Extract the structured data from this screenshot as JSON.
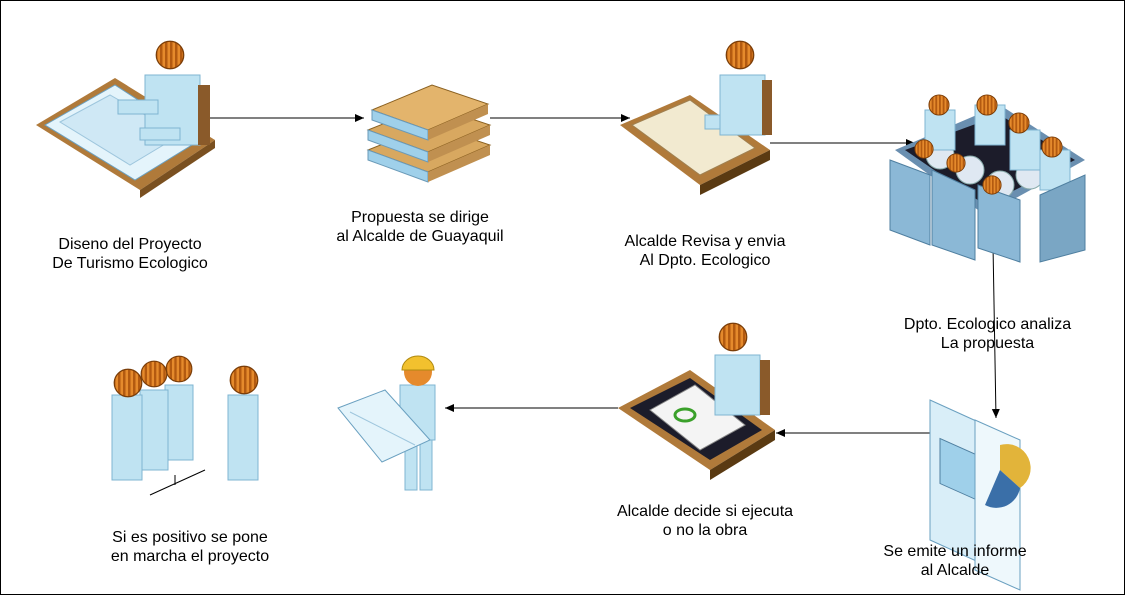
{
  "steps": [
    {
      "id": "s1",
      "lines": [
        "Diseno del Proyecto",
        "De Turismo Ecologico"
      ]
    },
    {
      "id": "s2",
      "lines": [
        "Propuesta se dirige",
        "al Alcalde de Guayaquil"
      ]
    },
    {
      "id": "s3",
      "lines": [
        "Alcalde Revisa y envia",
        "Al Dpto. Ecologico"
      ]
    },
    {
      "id": "s4",
      "lines": [
        "Dpto. Ecologico analiza",
        "La propuesta"
      ]
    },
    {
      "id": "s5",
      "lines": [
        "Se emite un informe",
        "al Alcalde"
      ]
    },
    {
      "id": "s6",
      "lines": [
        "Alcalde decide si ejecuta",
        "o no la obra"
      ]
    },
    {
      "id": "s7",
      "lines": [
        "Si es positivo se pone",
        "en marcha el proyecto"
      ]
    }
  ],
  "icons": [
    "designer-at-drafting-table-icon",
    "stack-of-books-icon",
    "person-at-desk-icon",
    "conference-meeting-icon",
    "report-document-icon",
    "person-signing-document-icon",
    "engineer-with-blueprint-icon",
    "group-of-people-icon"
  ],
  "colors": {
    "person": "#bfe3f2",
    "person_shade": "#7fb4d1",
    "head": "#e58a2c",
    "desk": "#b07a3a",
    "books": "#d8a860",
    "chair": "#8bb8d6"
  }
}
